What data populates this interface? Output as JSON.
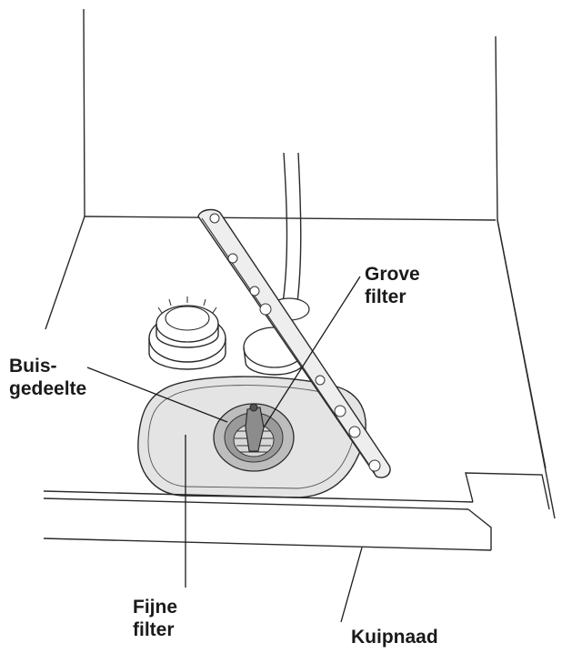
{
  "labels": {
    "grove_filter": [
      "Grove",
      "filter"
    ],
    "buisgedeelte": [
      "Buis-",
      "gedeelte"
    ],
    "fijne_filter": [
      "Fijne",
      "filter"
    ],
    "kuipnaad": "Kuipnaad"
  }
}
